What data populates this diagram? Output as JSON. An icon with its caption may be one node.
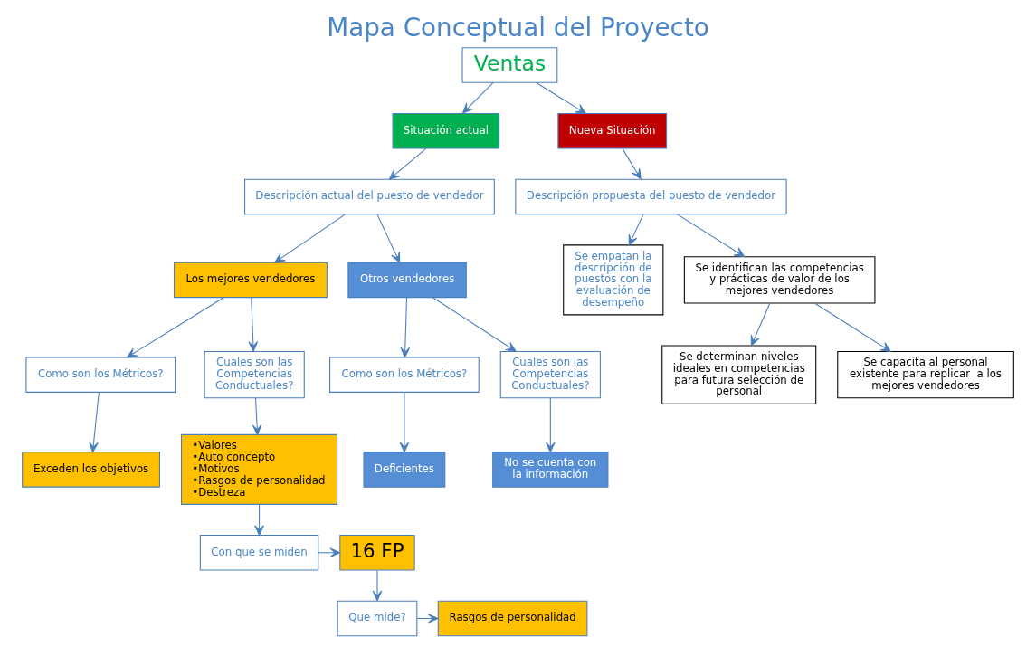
{
  "diagram": {
    "title": "Mapa Conceptual del Proyecto",
    "nodes": [
      {
        "text": [
          "Ventas"
        ]
      },
      {
        "text": [
          "Situación actual"
        ]
      },
      {
        "text": [
          "Nueva Situación"
        ]
      },
      {
        "text": [
          "Descripción actual del puesto de vendedor"
        ]
      },
      {
        "text": [
          "Descripción propuesta del puesto de vendedor"
        ]
      },
      {
        "text": [
          "Los mejores vendedores"
        ]
      },
      {
        "text": [
          "Otros vendedores"
        ]
      },
      {
        "text": [
          "Como son los Métricos?"
        ]
      },
      {
        "text": [
          "Cuales son las Competencias Conductuales?"
        ]
      },
      {
        "text": [
          "Como son los Métricos?"
        ]
      },
      {
        "text": [
          "Cuales son las Competencias Conductuales?"
        ]
      },
      {
        "text": [
          "Se empatan la descripción de puestos con la evaluación de desempeño"
        ]
      },
      {
        "text": [
          "Se identifican las competencias y prácticas de valor de los mejores vendedores"
        ]
      },
      {
        "text": [
          "Exceden los objetivos"
        ]
      },
      {
        "text": [
          "•Valores",
          "•Auto concepto",
          "•Motivos",
          "•Rasgos de personalidad",
          "•Destreza"
        ]
      },
      {
        "text": [
          "Deficientes"
        ]
      },
      {
        "text": [
          "No se cuenta con la información"
        ]
      },
      {
        "text": [
          "Se determinan niveles ideales en competencias para futura selección de personal"
        ]
      },
      {
        "text": [
          "Con que se miden"
        ]
      },
      {
        "text": [
          "16 FP"
        ]
      },
      {
        "text": [
          "Se capacita al personal existente para replicar  a los mejores vendedores"
        ]
      },
      {
        "text": [
          "Que mide?"
        ]
      },
      {
        "text": [
          "Rasgos de personalidad"
        ]
      }
    ],
    "edges": [
      {
        "from": 0,
        "to": 1,
        "arrow": "to"
      },
      {
        "from": 0,
        "to": 2,
        "arrow": "to"
      },
      {
        "from": 1,
        "to": 3,
        "arrow": "to"
      },
      {
        "from": 2,
        "to": 4,
        "arrow": "to"
      },
      {
        "from": 3,
        "to": 5,
        "arrow": "to"
      },
      {
        "from": 3,
        "to": 6,
        "arrow": "to"
      },
      {
        "from": 5,
        "to": 7,
        "arrow": "to"
      },
      {
        "from": 5,
        "to": 8,
        "arrow": "to"
      },
      {
        "from": 6,
        "to": 9,
        "arrow": "to"
      },
      {
        "from": 6,
        "to": 10,
        "arrow": "to"
      },
      {
        "from": 4,
        "to": 11,
        "arrow": "to"
      },
      {
        "from": 4,
        "to": 12,
        "arrow": "to"
      },
      {
        "from": 7,
        "to": 13,
        "arrow": "to"
      },
      {
        "from": 8,
        "to": 14,
        "arrow": "to"
      },
      {
        "from": 9,
        "to": 15,
        "arrow": "to"
      },
      {
        "from": 10,
        "to": 16,
        "arrow": "to"
      },
      {
        "from": 12,
        "to": 17,
        "arrow": "to"
      },
      {
        "from": 14,
        "to": 18,
        "arrow": "to"
      },
      {
        "from": 18,
        "to": 19,
        "arrow": "to"
      },
      {
        "from": 12,
        "to": 20,
        "arrow": "to"
      },
      {
        "from": 19,
        "to": 21,
        "arrow": "to"
      },
      {
        "from": 21,
        "to": 22,
        "arrow": "to"
      }
    ]
  }
}
